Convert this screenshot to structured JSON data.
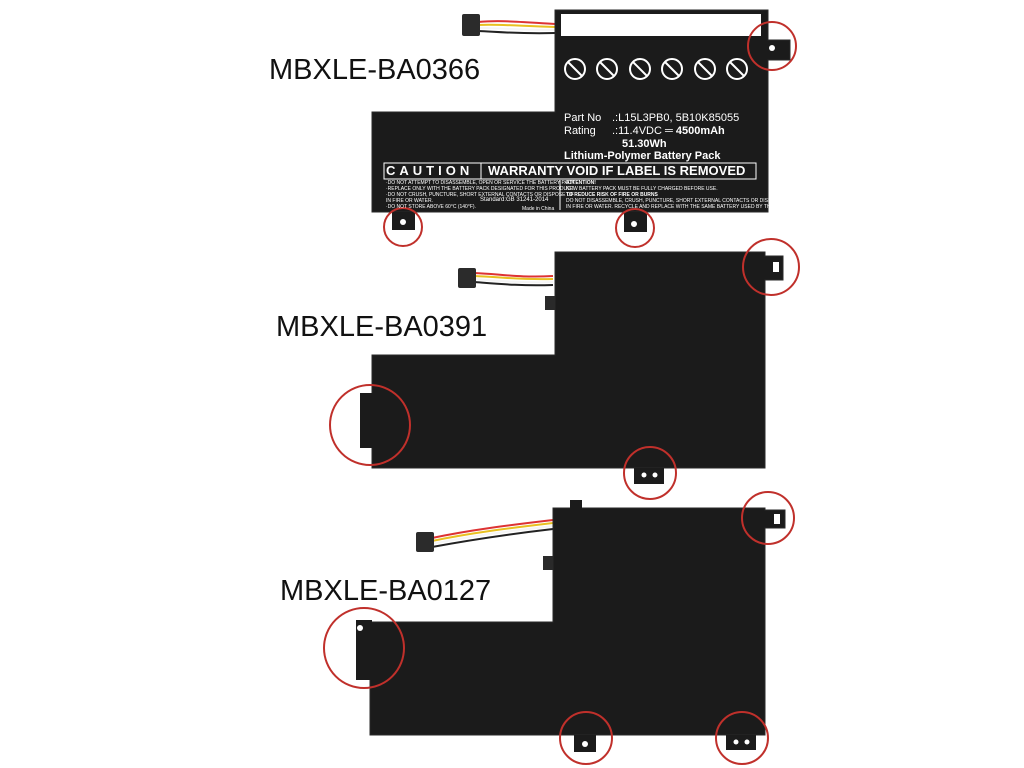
{
  "models": [
    {
      "name": "MBXLE-BA0366"
    },
    {
      "name": "MBXLE-BA0391"
    },
    {
      "name": "MBXLE-BA0127"
    }
  ],
  "battery_label": {
    "part_no_label": "Part No",
    "part_no_value": ".:L15L3PB0, 5B10K85055",
    "rating_label": "Rating",
    "rating_value_prefix": ".:11.4VDC ═ ",
    "rating_capacity": "4500mAh",
    "energy": "51.30Wh",
    "chemistry": "Lithium-Polymer Battery Pack",
    "caution_title": "CAUTION",
    "warranty_text": "WARRANTY VOID IF LABEL IS REMOVED",
    "caution_lines": [
      "·DO NOT ATTEMPT TO DISASSEMBLE, OPEN OR SERVICE THE BATTERY PACK",
      "·REPLACE ONLY WITH THE BATTERY PACK DESIGNATED FOR THIS PRODUCT.",
      "·DO NOT CRUSH, PUNCTURE, SHORT EXTERNAL CONTACTS OR DISPOSE OF",
      "  IN FIRE OR WATER.",
      "·DO NOT STORE ABOVE 60°C (140°F)."
    ],
    "standard_text": "Standard:GB 31241-2014",
    "made_in": "Made in China",
    "attention_lines": [
      "ATTENTION!",
      "NEW BATTERY PACK MUST BE FULLY CHARGED BEFORE USE.",
      "TO REDUCE RISK OF FIRE OR BURNS",
      "DO NOT DISASSEMBLE, CRUSH, PUNCTURE, SHORT EXTERNAL CONTACTS OR DISPOSE OF",
      "IN FIRE OR WATER. RECYCLE AND REPLACE WITH THE SAME BATTERY USED BY THE SAME"
    ]
  },
  "colors": {
    "battery_body": "#1b1b1b",
    "battery_edge": "#2a2a2a",
    "highlight_circle": "#c0302b",
    "label_text": "#ffffff"
  }
}
